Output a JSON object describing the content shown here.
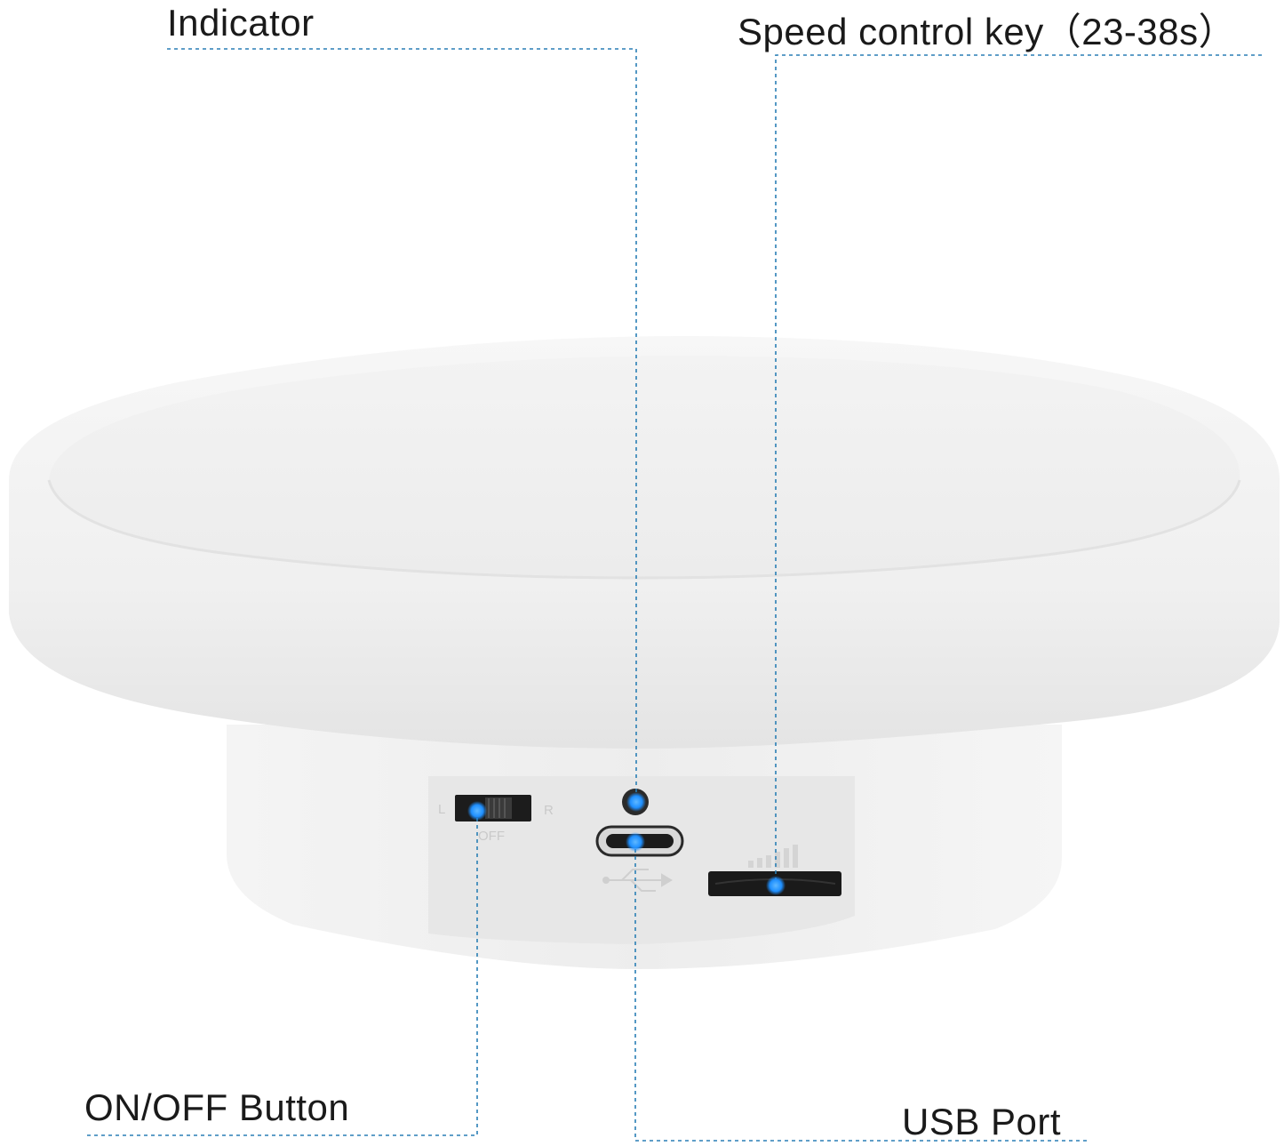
{
  "labels": {
    "indicator": "Indicator",
    "speed_control": "Speed control key（23-38s）",
    "on_off": "ON/OFF Button",
    "usb_port": "USB Port"
  },
  "switch_marks": {
    "left": "L",
    "right": "R",
    "off": "OFF"
  },
  "colors": {
    "callout_line": "#2a7fb5",
    "dot": "#1e8fff",
    "body": "#f2f2f2",
    "panel": "#e8e8e8",
    "dark": "#1c1c1c"
  },
  "icons": [
    "usb-symbol-icon",
    "speed-bars-icon"
  ]
}
